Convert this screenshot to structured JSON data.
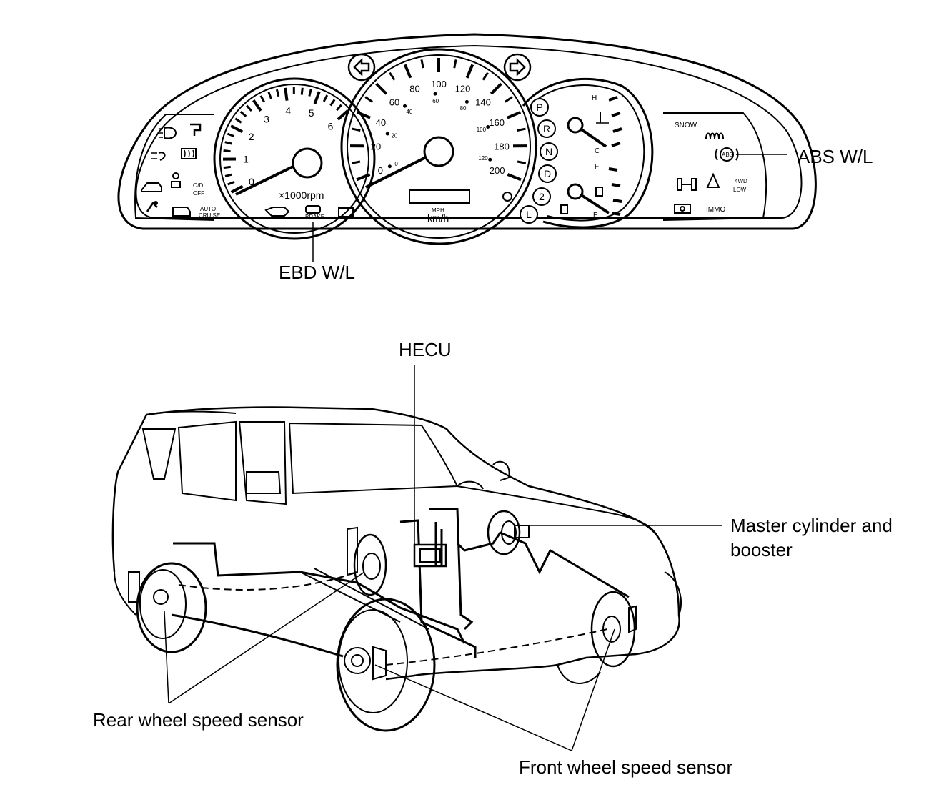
{
  "cluster": {
    "tach_numbers": [
      "0",
      "1",
      "2",
      "3",
      "4",
      "5",
      "6"
    ],
    "tach_unit": "×1000rpm",
    "speed_kmh_labels": [
      "0",
      "20",
      "40",
      "60",
      "80",
      "100",
      "120",
      "140",
      "160",
      "180",
      "200"
    ],
    "speed_mph_labels": [
      "0",
      "20",
      "40",
      "60",
      "80",
      "100",
      "120"
    ],
    "speed_unit_top": "MPH",
    "speed_unit_bottom": "km/h",
    "gear_letters": [
      "P",
      "R",
      "N",
      "D",
      "2",
      "L"
    ],
    "temp_hot": "H",
    "temp_cold": "C",
    "fuel_full": "F",
    "fuel_empty": "E",
    "od_off_line1": "O/D",
    "od_off_line2": "OFF",
    "auto_cruise_line1": "AUTO",
    "auto_cruise_line2": "CRUISE",
    "brake_label": "BRAKE",
    "abs_icon_text": "ABS",
    "snow_label": "SNOW",
    "fourwd_line1": "4WD",
    "fourwd_line2": "LOW",
    "immo_label": "IMMO"
  },
  "callouts": {
    "abs_wl": "ABS W/L",
    "ebd_wl": "EBD W/L",
    "hecu": "HECU",
    "master_cylinder_line1": "Master cylinder and",
    "master_cylinder_line2": "booster",
    "rear_sensor": "Rear wheel speed sensor",
    "front_sensor": "Front wheel speed sensor"
  }
}
